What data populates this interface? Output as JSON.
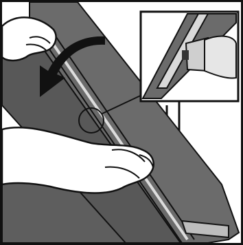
{
  "illustration": {
    "colors": {
      "panel": "#6b6b6b",
      "panel_dark": "#4a4a4a",
      "floor": "#5e5e5e",
      "outline": "#111111",
      "background": "#ffffff",
      "arrow": "#111111",
      "skin": "#ffffff"
    },
    "elements": [
      "laminate-panel",
      "lower-floor-panel",
      "left-hand",
      "right-hand",
      "rotation-arrow",
      "detail-callout-circle",
      "detail-inset",
      "wall-profile"
    ]
  }
}
